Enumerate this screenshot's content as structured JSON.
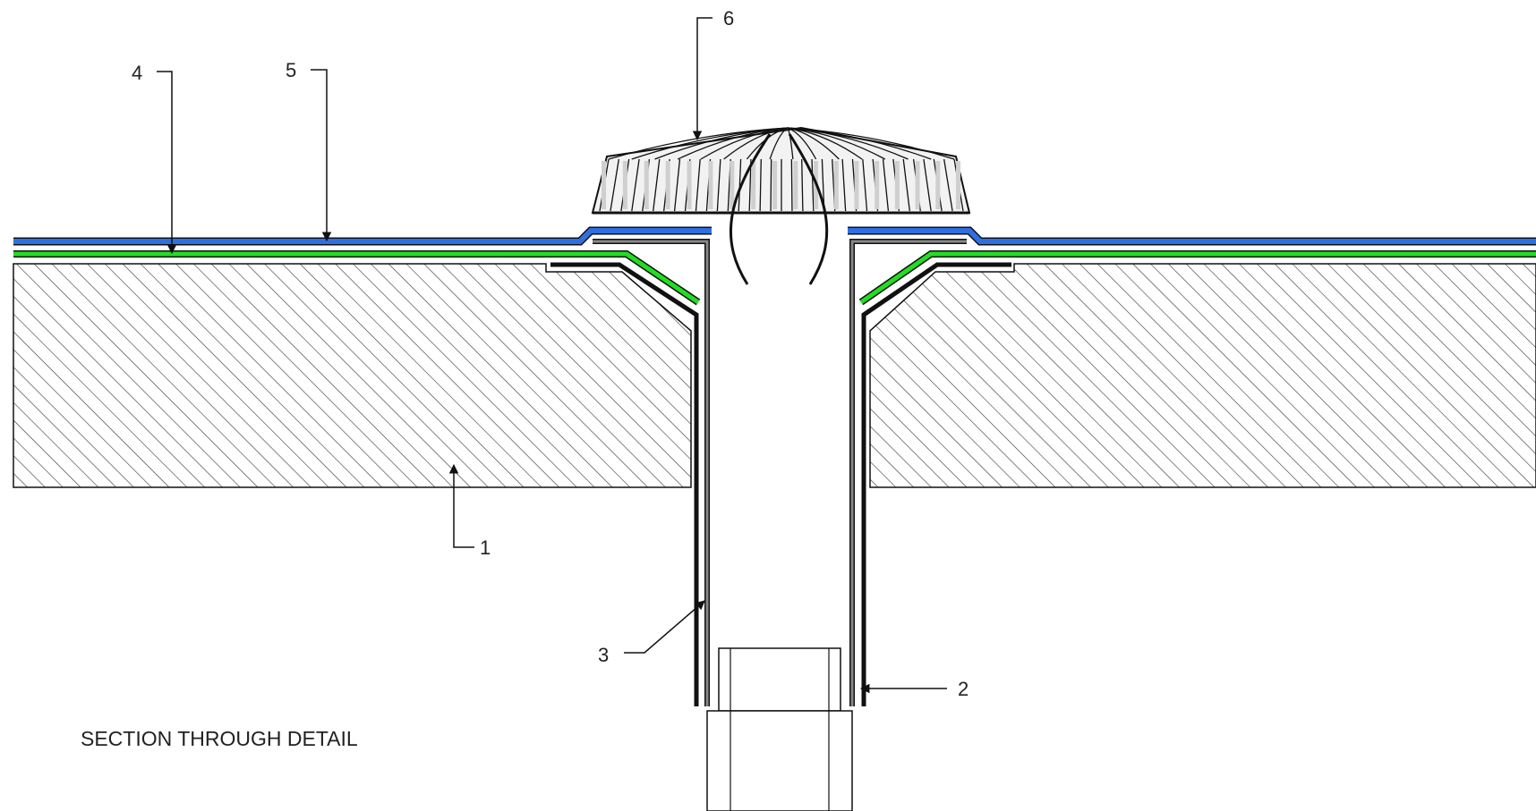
{
  "caption": "SECTION THROUGH DETAIL",
  "callouts": [
    {
      "id": "1",
      "label": "1"
    },
    {
      "id": "2",
      "label": "2"
    },
    {
      "id": "3",
      "label": "3"
    },
    {
      "id": "4",
      "label": "4"
    },
    {
      "id": "5",
      "label": "5"
    },
    {
      "id": "6",
      "label": "6"
    }
  ],
  "colors": {
    "top_membrane": "#2f6fe0",
    "underlay_membrane": "#22dd22",
    "linework": "#111111",
    "flange_grey": "#888888",
    "hatch": "#333333"
  },
  "icons": {
    "outlet_grate": "dome-grate-icon"
  }
}
